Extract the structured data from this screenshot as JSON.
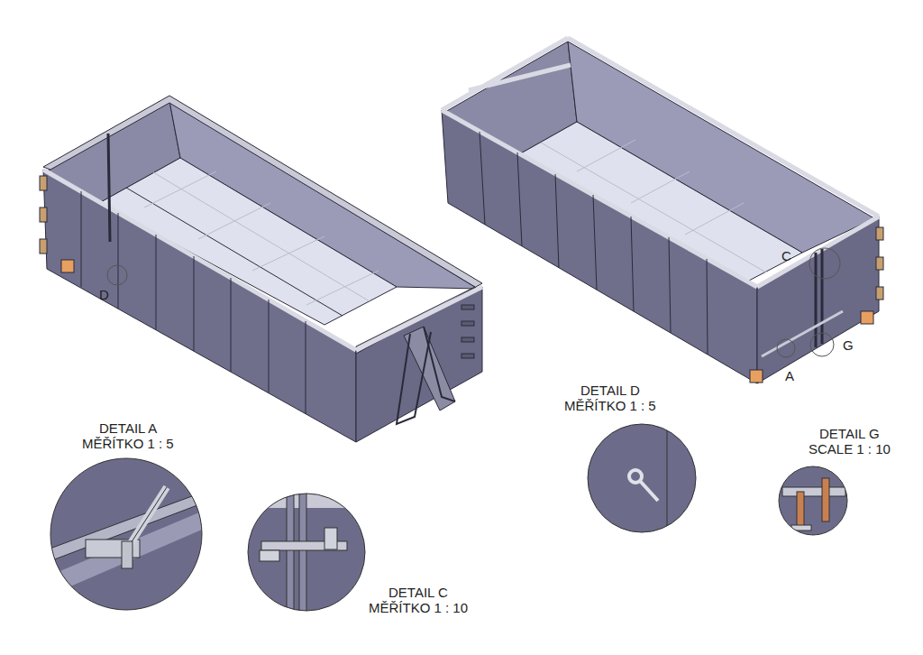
{
  "diagram": {
    "labels": [
      "D",
      "C",
      "G",
      "A",
      "DETAIL A",
      "MĚŘÍTKO 1 : 5",
      "DETAIL D",
      "MĚŘÍTKO 1 : 5",
      "DETAIL G",
      "SCALE 1 : 10",
      "DETAIL C",
      "MĚŘÍTKO 1 : 10"
    ]
  }
}
